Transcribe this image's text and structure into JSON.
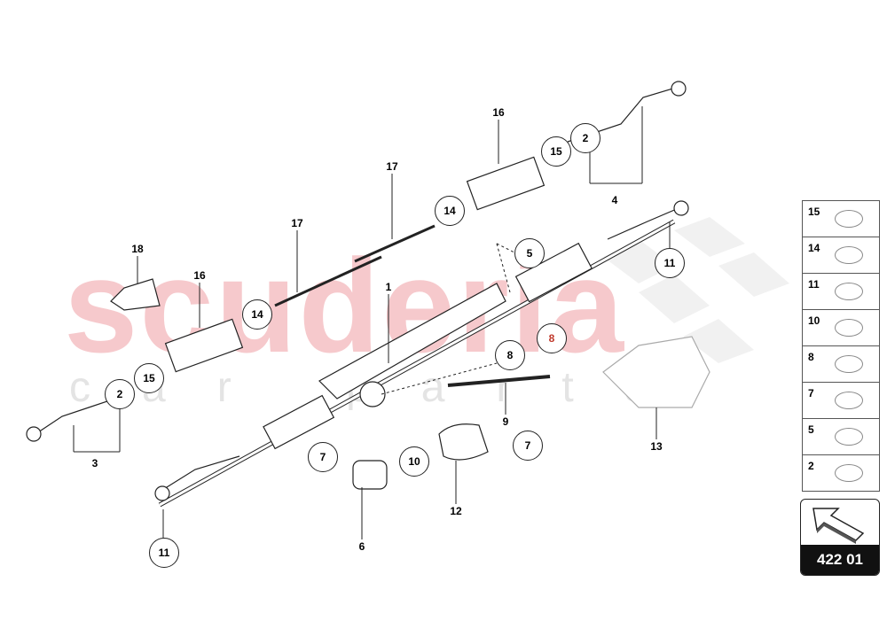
{
  "watermark": {
    "brand": "scuderia",
    "sub": "car parts"
  },
  "callouts_circled": [
    "15",
    "2",
    "14",
    "5",
    "11",
    "14",
    "15",
    "2",
    "8",
    "8",
    "7",
    "10",
    "7",
    "11"
  ],
  "labels": [
    "16",
    "17",
    "4",
    "17",
    "18",
    "16",
    "1",
    "9",
    "3",
    "13",
    "12",
    "6"
  ],
  "legend": [
    "15",
    "14",
    "11",
    "10",
    "8",
    "7",
    "5",
    "2"
  ],
  "reference": {
    "number": "422 01",
    "icon": "arrow-up-left-icon"
  },
  "colors": {
    "watermark": "#f6c9cc",
    "line": "#222222"
  }
}
